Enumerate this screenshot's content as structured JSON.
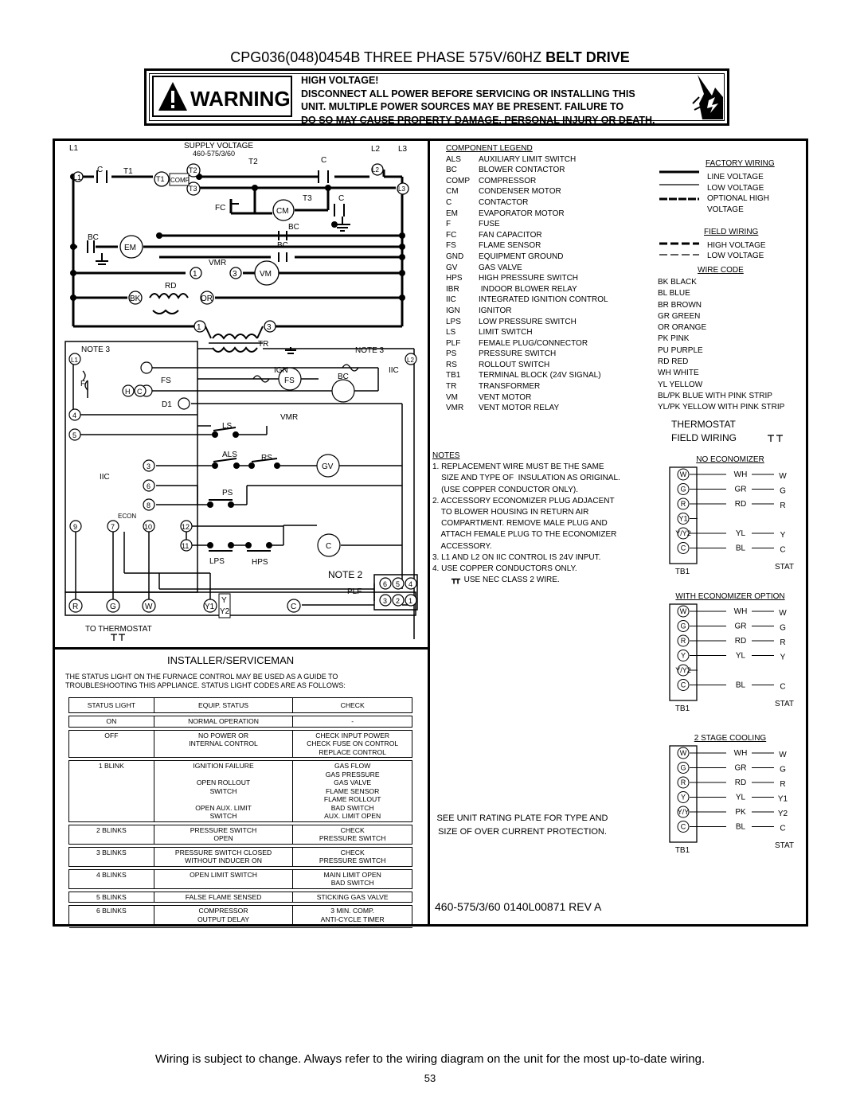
{
  "header": {
    "title_model": "CPG036(048)0454B THREE PHASE 575V/60HZ ",
    "title_drive": "BELT DRIVE"
  },
  "warning": {
    "label": "WARNING",
    "line1": "HIGH VOLTAGE!",
    "line2": "DISCONNECT ALL POWER BEFORE SERVICING OR INSTALLING THIS",
    "line3": "UNIT.  MULTIPLE POWER SOURCES MAY BE PRESENT.  FAILURE TO",
    "line4": "DO SO MAY CAUSE PROPERTY DAMAGE, PERSONAL INJURY OR DEATH."
  },
  "schematic": {
    "supply_voltage": "SUPPLY VOLTAGE",
    "supply_value": "460-575/3/60",
    "labels": {
      "L1": "L1",
      "L2": "L2",
      "L3": "L3",
      "C": "C",
      "T1": "T1",
      "T2": "T2",
      "T3": "T3",
      "COMP": "COMP",
      "FC": "FC",
      "CM": "CM",
      "BC": "BC",
      "EM": "EM",
      "VMR": "VMR",
      "VM": "VM",
      "RD": "RD",
      "BK": "BK",
      "OR": "OR",
      "TR": "TR",
      "NOTE3": "NOTE 3",
      "IGN": "IGN",
      "IIC": "IIC",
      "F": "F",
      "FS": "FS",
      "H": "H",
      "D1": "D1",
      "LS": "LS",
      "ALS": "ALS",
      "RS": "RS",
      "GV": "GV",
      "PS": "PS",
      "ECON": "ECON",
      "LPS": "LPS",
      "HPS": "HPS",
      "NOTE2": "NOTE 2",
      "PLF": "PLF",
      "n1": "1",
      "n2": "2",
      "n3": "3",
      "n4": "4",
      "n5": "5",
      "n6": "6",
      "n7": "7",
      "n8": "8",
      "n9": "9",
      "n10": "10",
      "n11": "11",
      "n12": "12",
      "R": "R",
      "G": "G",
      "W": "W",
      "Y1": "Y1",
      "Y": "Y",
      "Y2": "Y2",
      "to_thermostat": "TO THERMOSTAT"
    }
  },
  "legend": {
    "title": "COMPONENT LEGEND",
    "items": [
      [
        "ALS",
        "AUXILIARY LIMIT SWITCH"
      ],
      [
        "BC",
        "BLOWER CONTACTOR"
      ],
      [
        "COMP",
        "COMPRESSOR"
      ],
      [
        "CM",
        "CONDENSER MOTOR"
      ],
      [
        "C",
        "CONTACTOR"
      ],
      [
        "EM",
        "EVAPORATOR MOTOR"
      ],
      [
        "F",
        "FUSE"
      ],
      [
        "FC",
        "FAN CAPACITOR"
      ],
      [
        "FS",
        "FLAME SENSOR"
      ],
      [
        "GND",
        "EQUIPMENT GROUND"
      ],
      [
        "GV",
        "GAS VALVE"
      ],
      [
        "HPS",
        "HIGH PRESSURE SWITCH"
      ],
      [
        "IBR",
        " INDOOR BLOWER RELAY"
      ],
      [
        "IIC",
        "INTEGRATED IGNITION CONTROL"
      ],
      [
        "IGN",
        "IGNITOR"
      ],
      [
        "LPS",
        "LOW PRESSURE SWITCH"
      ],
      [
        "LS",
        "LIMIT SWITCH"
      ],
      [
        "PLF",
        "FEMALE PLUG/CONNECTOR"
      ],
      [
        "PS",
        "PRESSURE SWITCH"
      ],
      [
        "RS",
        "ROLLOUT SWITCH"
      ],
      [
        "TB1",
        "TERMINAL BLOCK (24V SIGNAL)"
      ],
      [
        "TR",
        "TRANSFORMER"
      ],
      [
        "VM",
        "VENT MOTOR"
      ],
      [
        "VMR",
        "VENT MOTOR RELAY"
      ]
    ]
  },
  "wiring_key": {
    "factory": "FACTORY WIRING",
    "line_voltage": "LINE VOLTAGE",
    "low_voltage": "LOW VOLTAGE",
    "optional_high": "OPTIONAL HIGH",
    "voltage": "VOLTAGE",
    "field": "FIELD WIRING",
    "field_high": "HIGH VOLTAGE",
    "field_low": "LOW VOLTAGE",
    "wire_code": "WIRE CODE",
    "codes": [
      "BK  BLACK",
      "BL  BLUE",
      "BR  BROWN",
      "GR  GREEN",
      "OR  ORANGE",
      "PK  PINK",
      "PU  PURPLE",
      "RD  RED",
      "WH  WHITE",
      "YL  YELLOW",
      "BL/PK  BLUE WITH PINK STRIP",
      "YL/PK  YELLOW WITH PINK STRIP"
    ]
  },
  "notes": {
    "title": "NOTES",
    "lines": [
      "1. REPLACEMENT WIRE MUST BE THE SAME",
      "    SIZE AND TYPE OF  INSULATION AS ORIGINAL.",
      "    (USE COPPER CONDUCTOR ONLY).",
      "2. ACCESSORY ECONOMIZER PLUG ADJACENT",
      "    TO BLOWER HOUSING IN RETURN AIR",
      "    COMPARTMENT. REMOVE MALE PLUG AND",
      "    ATTACH FEMALE PLUG TO THE ECONOMIZER",
      "    ACCESSORY.",
      "3. L1 AND L2 ON IIC CONTROL IS 24V INPUT.",
      "4. USE COPPER CONDUCTORS ONLY."
    ],
    "class2": "USE  NEC CLASS 2 WIRE."
  },
  "thermostat": {
    "title1": "THERMOSTAT",
    "title2": "FIELD WIRING",
    "tb1": "TB1",
    "stat": "STAT",
    "no_econ": {
      "title": "NO ECONOMIZER",
      "terms": [
        "W",
        "G",
        "R",
        "Y1",
        "Y/Y2",
        "C"
      ],
      "wires": [
        "WH",
        "GR",
        "RD",
        "",
        "YL",
        "BL"
      ],
      "stat": [
        "W",
        "G",
        "R",
        "",
        "Y",
        "C"
      ]
    },
    "with_econ": {
      "title": "WITH ECONOMIZER OPTION",
      "terms": [
        "W",
        "G",
        "R",
        "Y",
        "Y/Y2",
        "C"
      ],
      "wires": [
        "WH",
        "GR",
        "RD",
        "YL",
        "",
        "BL"
      ],
      "stat": [
        "W",
        "G",
        "R",
        "Y",
        "",
        "C"
      ]
    },
    "two_stage": {
      "title": "2 STAGE COOLING",
      "terms": [
        "W",
        "G",
        "R",
        "Y",
        "Y/Y",
        "C"
      ],
      "wires": [
        "WH",
        "GR",
        "RD",
        "YL",
        "PK",
        "BL"
      ],
      "stat": [
        "W",
        "G",
        "R",
        "Y1",
        "Y2",
        "C"
      ]
    }
  },
  "installer": {
    "title": "INSTALLER/SERVICEMAN",
    "note1": "THE STATUS LIGHT ON THE FURNACE CONTROL MAY BE USED AS A GUIDE TO",
    "note2": "TROUBLESHOOTING THIS APPLIANCE.  STATUS LIGHT CODES ARE AS FOLLOWS:",
    "headers": [
      "STATUS LIGHT",
      "EQUIP. STATUS",
      "CHECK"
    ],
    "rows": [
      [
        "ON",
        "NORMAL OPERATION",
        "-"
      ],
      [
        "OFF",
        "NO POWER OR\nINTERNAL CONTROL",
        "CHECK INPUT POWER\nCHECK FUSE ON CONTROL\nREPLACE CONTROL"
      ],
      [
        "1 BLINK",
        "IGNITION FAILURE\n\nOPEN ROLLOUT\nSWITCH\n\nOPEN AUX. LIMIT\nSWITCH",
        "GAS FLOW\nGAS PRESSURE\nGAS VALVE\nFLAME SENSOR\nFLAME ROLLOUT\nBAD SWITCH\nAUX. LIMIT OPEN"
      ],
      [
        "2 BLINKS",
        "PRESSURE SWITCH\nOPEN",
        "CHECK\nPRESSURE SWITCH"
      ],
      [
        "3 BLINKS",
        "PRESSURE SWITCH CLOSED\nWITHOUT INDUCER ON",
        "CHECK\nPRESSURE SWITCH"
      ],
      [
        "4 BLINKS",
        "OPEN LIMIT SWITCH",
        "MAIN LIMIT OPEN\nBAD SWITCH"
      ],
      [
        "5 BLINKS",
        "FALSE FLAME SENSED",
        "STICKING GAS VALVE"
      ],
      [
        "6 BLINKS",
        "COMPRESSOR\nOUTPUT DELAY",
        "3 MIN. COMP.\nANTI-CYCLE TIMER"
      ]
    ]
  },
  "see_unit": "SEE UNIT RATING PLATE FOR TYPE AND SIZE OF OVER CURRENT PROTECTION.",
  "revision": "460-575/3/60  0140L00871 REV A",
  "footer": "Wiring is subject to change. Always refer to the wiring diagram on the unit for the most up-to-date wiring.",
  "page_number": "53"
}
